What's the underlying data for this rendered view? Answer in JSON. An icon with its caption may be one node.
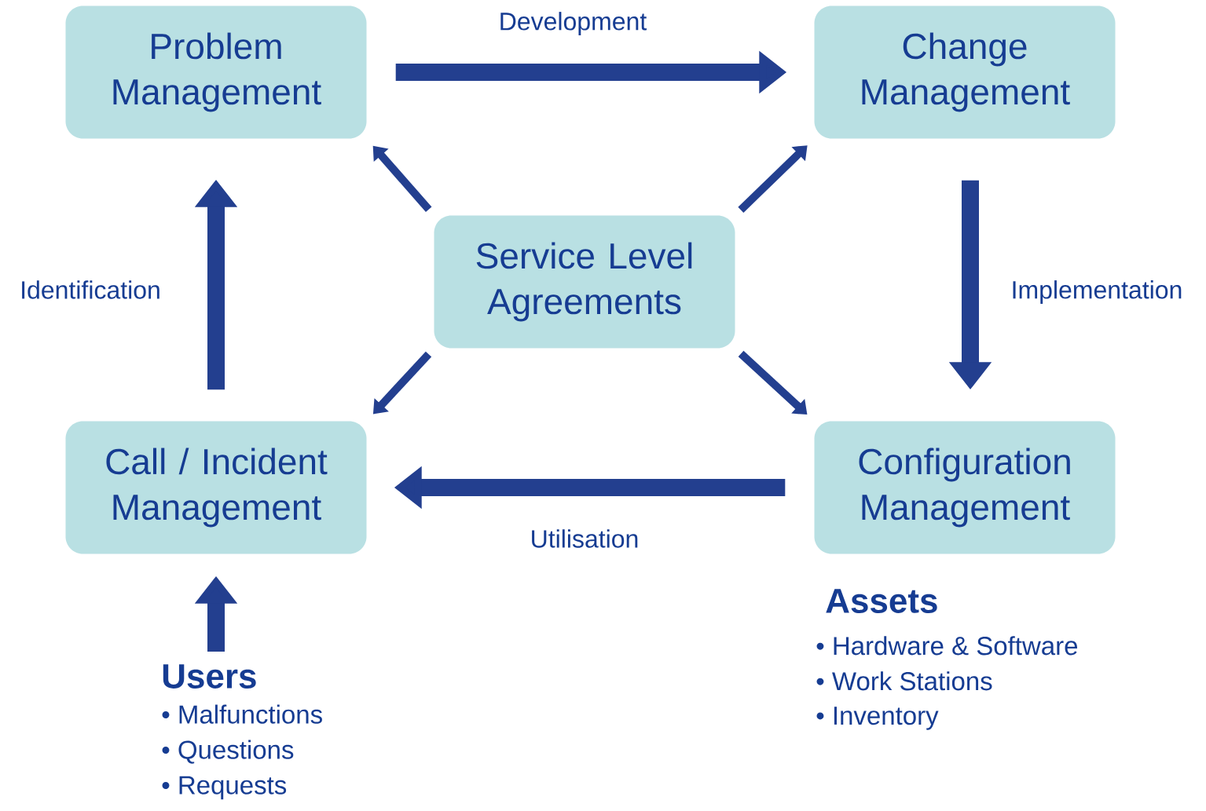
{
  "diagram": {
    "nodes": [
      {
        "text": [
          "Problem Management"
        ]
      },
      {
        "text": [
          "Change Management"
        ]
      },
      {
        "text": [
          "Service Level Agreements"
        ]
      },
      {
        "text": [
          "Call / Incident Management"
        ]
      },
      {
        "text": [
          "Configuration Management"
        ],
        "beside": [
          "Assets",
          "• Hardware & Software",
          "• Work Stations",
          "• Inventory"
        ]
      },
      {
        "text": [
          "Users",
          "• Malfunctions",
          "• Questions",
          "• Requests"
        ]
      }
    ],
    "edges": [
      {
        "from": 0,
        "to": 1,
        "arrow": "to",
        "label": "Development"
      },
      {
        "from": 1,
        "to": 4,
        "arrow": "to",
        "label": "Implementation"
      },
      {
        "from": 4,
        "to": 3,
        "arrow": "to",
        "label": "Utilisation"
      },
      {
        "from": 3,
        "to": 0,
        "arrow": "to",
        "label": "Identification"
      },
      {
        "from": 2,
        "to": 0,
        "arrow": "to"
      },
      {
        "from": 2,
        "to": 1,
        "arrow": "to"
      },
      {
        "from": 2,
        "to": 3,
        "arrow": "to"
      },
      {
        "from": 2,
        "to": 4,
        "arrow": "to"
      },
      {
        "from": 5,
        "to": 3,
        "arrow": "to"
      }
    ]
  }
}
